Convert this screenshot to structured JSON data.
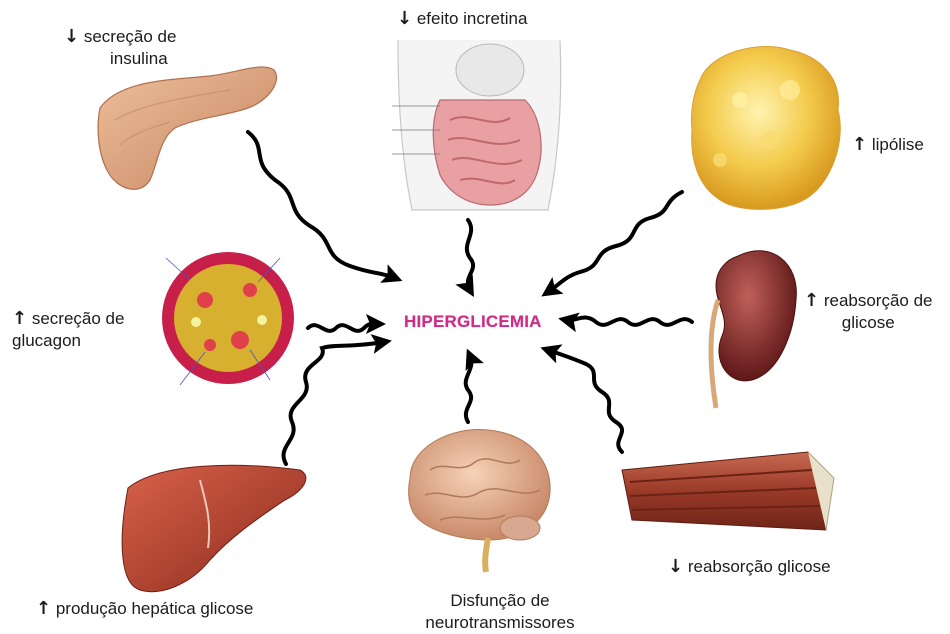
{
  "center_label": "HIPERGLICEMIA",
  "labels": {
    "pancreas": {
      "arrow": "↓",
      "line1": "secreção de",
      "line2": "insulina"
    },
    "intestine": {
      "arrow": "↓",
      "line1": "efeito incretina"
    },
    "adipose": {
      "arrow": "↑",
      "line1": "lipólise"
    },
    "alpha_cell": {
      "arrow": "↑",
      "line1": "secreção de",
      "line2": "glucagon"
    },
    "kidney": {
      "arrow": "↑",
      "line1": "reabsorção de",
      "line2": "glicose"
    },
    "liver": {
      "arrow": "↑",
      "line1": "produção hepática glicose"
    },
    "brain": {
      "line1": "Disfunção de",
      "line2": "neurotransmissores"
    },
    "muscle": {
      "arrow": "↓",
      "line1": "reabsorção glicose"
    }
  },
  "colors": {
    "center_text": "#cc2e86",
    "arrow": "#000000",
    "pancreas": "#d9a07a",
    "liver": "#b8432f",
    "kidney": "#8a2a2a",
    "fat": "#f2c84a",
    "muscle": "#a8452f",
    "brain": "#e8b89a",
    "islet_outer": "#c81e4a",
    "islet_inner": "#d8b030"
  },
  "icons": [
    "pancreas-image",
    "intestine-image",
    "adipose-tissue-image",
    "pancreatic-islet-image",
    "kidney-image",
    "liver-image",
    "brain-image",
    "muscle-image",
    "wavy-arrow-icon"
  ]
}
